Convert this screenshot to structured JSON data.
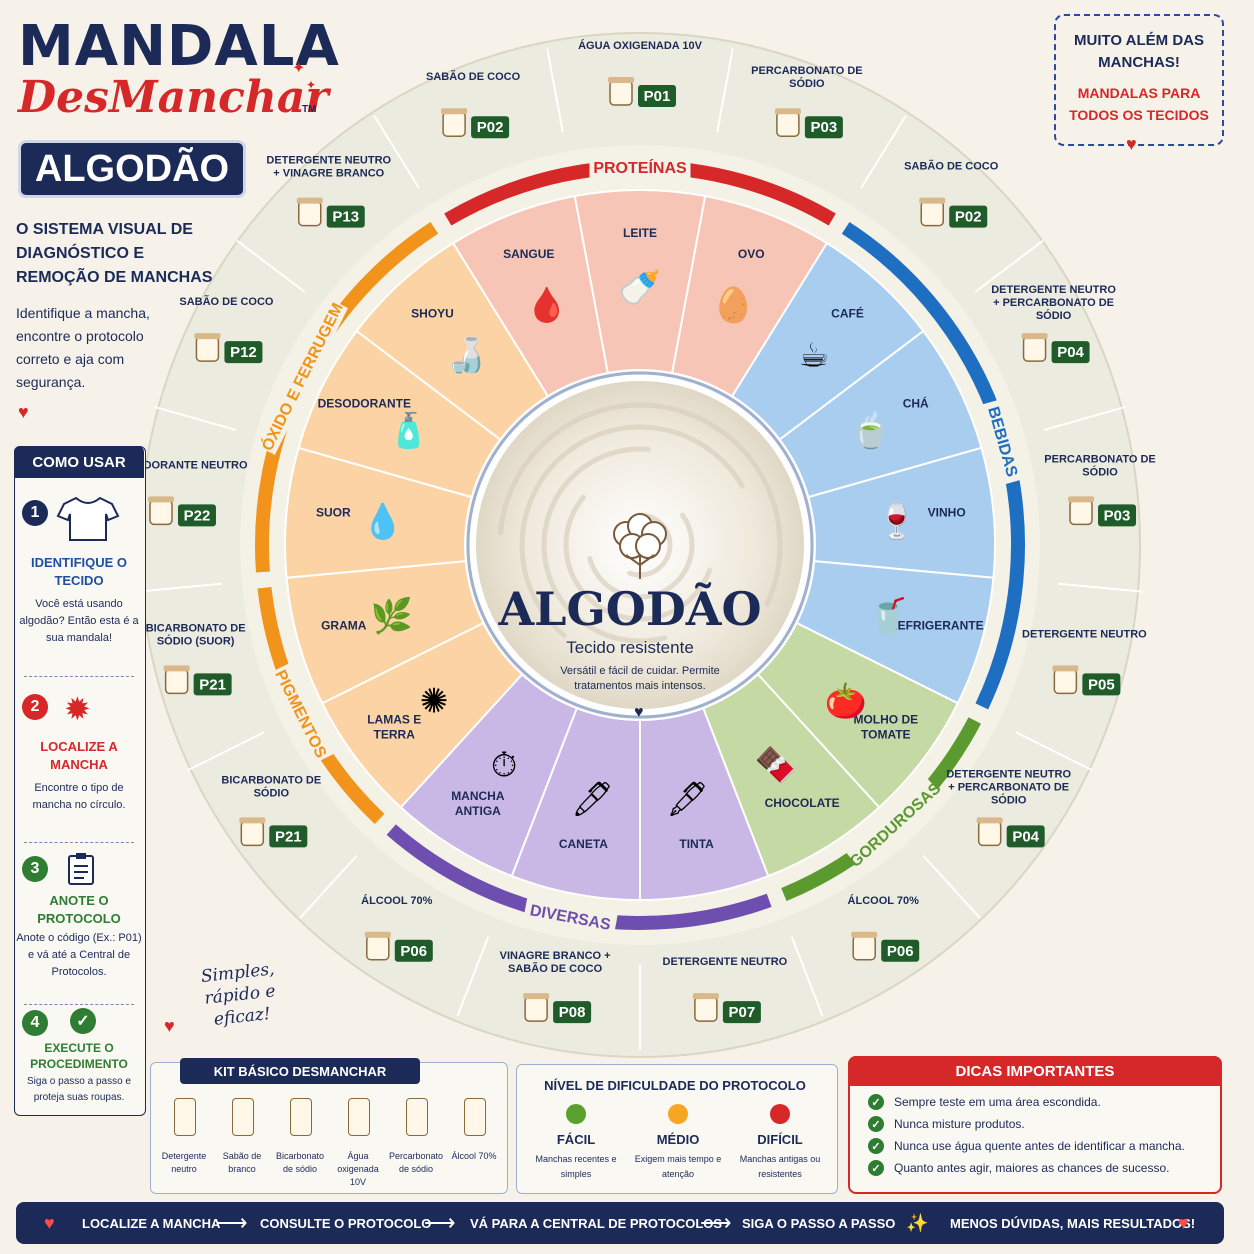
{
  "header": {
    "title_line1": "MANDALA",
    "title_line2": "DesManchar",
    "trademark": "TM",
    "fabric_badge": "ALGODÃO"
  },
  "intro": {
    "subtitle": "O SISTEMA VISUAL DE DIAGNÓSTICO E REMOÇÃO DE MANCHAS",
    "description": "Identifique a mancha, encontre o protocolo correto e aja com segurança."
  },
  "top_right": {
    "line1": "MUITO ALÉM DAS MANCHAS!",
    "line2": "MANDALAS PARA TODOS OS TECIDOS"
  },
  "how_to": {
    "title": "COMO USAR",
    "steps": [
      {
        "num": "1",
        "title": "IDENTIFIQUE O TECIDO",
        "desc": "Você está usando algodão? Então esta é a sua mandala!"
      },
      {
        "num": "2",
        "title": "LOCALIZE A MANCHA",
        "desc": "Encontre o tipo de mancha no círculo."
      },
      {
        "num": "3",
        "title": "ANOTE O PROTOCOLO",
        "desc": "Anote o código (Ex.: P01) e vá até a Central de Protocolos."
      },
      {
        "num": "4",
        "title": "EXECUTE O PROCEDIMENTO",
        "desc": "Siga o passo a passo e proteja suas roupas."
      }
    ]
  },
  "slogan": "Simples, rápido e eficaz!",
  "center": {
    "title": "ALGODÃO",
    "subtitle": "Tecido resistente",
    "desc": "Versátil e fácil de cuidar. Permite tratamentos mais intensos."
  },
  "categories": [
    {
      "name": "PROTEÍNAS",
      "color": "#d62828",
      "fill": "#f7c5b5",
      "stains": [
        "SANGUE",
        "LEITE",
        "OVO"
      ]
    },
    {
      "name": "BEBIDAS",
      "color": "#1e6fc2",
      "fill": "#a9cdef",
      "stains": [
        "CAFÉ",
        "CHÁ",
        "VINHO",
        "REFRIGERANTE"
      ]
    },
    {
      "name": "GORDUROSAS",
      "color": "#5b9a2f",
      "fill": "#c4d9a4",
      "stains": [
        "MOLHO DE TOMATE",
        "CHOCOLATE"
      ]
    },
    {
      "name": "DIVERSAS",
      "color": "#6e4fb0",
      "fill": "#c9b8e6",
      "stains": [
        "TINTA",
        "CANETA",
        "MANCHA ANTIGA"
      ]
    },
    {
      "name": "PIGMENTOS",
      "color": "#f2931b",
      "fill": "#fbd3a4",
      "stains": [
        "LAMAS E TERRA",
        "GRAMA"
      ]
    },
    {
      "name": "ÓXIDO E FERRUGEM",
      "color": "#f2931b",
      "fill": "#fbd3a4",
      "stains": [
        "SUOR",
        "DESODORANTE",
        "SHOYU"
      ]
    }
  ],
  "protocols": [
    {
      "label": "ÁGUA OXIGENADA 10V",
      "code": "P01"
    },
    {
      "label": "PERCARBONATO DE SÓDIO",
      "code": "P03"
    },
    {
      "label": "SABÃO DE COCO",
      "code": "P02"
    },
    {
      "label": "DETERGENTE NEUTRO + PERCARBONATO DE SÓDIO",
      "code": "P04"
    },
    {
      "label": "PERCARBONATO DE SÓDIO",
      "code": "P03"
    },
    {
      "label": "DETERGENTE NEUTRO",
      "code": "P05"
    },
    {
      "label": "DETERGENTE NEUTRO + PERCARBONATO DE SÓDIO",
      "code": "P04"
    },
    {
      "label": "ÁLCOOL 70%",
      "code": "P06"
    },
    {
      "label": "DETERGENTE NEUTRO",
      "code": "P07"
    },
    {
      "label": "VINAGRE BRANCO + SABÃO DE COCO",
      "code": "P08"
    },
    {
      "label": "ÁLCOOL 70%",
      "code": "P06"
    },
    {
      "label": "BICARBONATO DE SÓDIO",
      "code": "P21"
    },
    {
      "label": "BICARBONATO DE SÓDIO (SUOR)",
      "code": "P21"
    },
    {
      "label": "DESODORANTE NEUTRO",
      "code": "P22"
    },
    {
      "label": "SABÃO DE COCO",
      "code": "P12"
    },
    {
      "label": "DETERGENTE NEUTRO + VINAGRE BRANCO",
      "code": "P13"
    },
    {
      "label": "SABÃO DE COCO",
      "code": "P02"
    }
  ],
  "kit": {
    "title": "KIT BÁSICO DESMANCHAR",
    "items": [
      "Detergente neutro",
      "Sabão de branco",
      "Bicarbonato de sódio",
      "Água oxigenada 10V",
      "Percarbonato de sódio",
      "Álcool 70%"
    ]
  },
  "difficulty": {
    "title": "NÍVEL DE DIFICULDADE DO PROTOCOLO",
    "levels": [
      {
        "name": "FÁCIL",
        "desc": "Manchas recentes e simples",
        "color": "#5aa02c"
      },
      {
        "name": "MÉDIO",
        "desc": "Exigem mais tempo e atenção",
        "color": "#f5a623"
      },
      {
        "name": "DIFÍCIL",
        "desc": "Manchas antigas ou resistentes",
        "color": "#d62828"
      }
    ]
  },
  "tips": {
    "title": "DICAS IMPORTANTES",
    "items": [
      "Sempre teste em uma área escondida.",
      "Nunca misture produtos.",
      "Nunca use água quente antes de identificar a mancha.",
      "Quanto antes agir, maiores as chances de sucesso."
    ]
  },
  "footer": {
    "steps": [
      "LOCALIZE A MANCHA",
      "CONSULTE O PROTOCOLO",
      "VÁ PARA A CENTRAL DE PROTOCOLOS",
      "SIGA O PASSO A PASSO",
      "MENOS DÚVIDAS, MAIS RESULTADOS!"
    ]
  }
}
